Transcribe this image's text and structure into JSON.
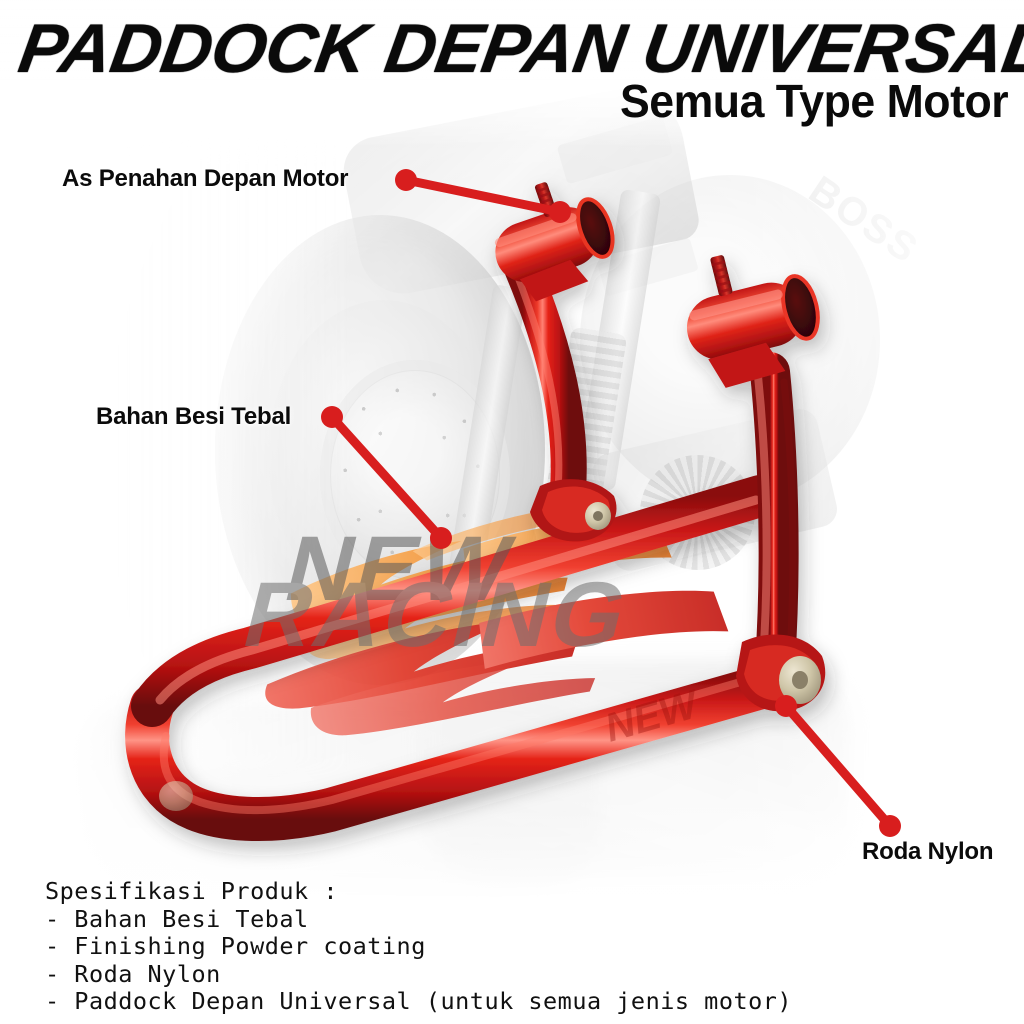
{
  "header": {
    "title": "PADDOCK DEPAN UNIVERSAL",
    "subtitle": "Semua Type Motor"
  },
  "callouts": [
    {
      "id": "as-penahan",
      "label": "As Penahan Depan Motor"
    },
    {
      "id": "bahan-besi",
      "label": "Bahan Besi Tebal"
    },
    {
      "id": "roda-nylon",
      "label": "Roda Nylon"
    }
  ],
  "watermark": {
    "line1": "NEW",
    "line2": "RACING",
    "tube_mark": "NEW"
  },
  "spec": {
    "heading": "Spesifikasi Produk :",
    "items": [
      "- Bahan Besi Tebal",
      "- Finishing Powder coating",
      "- Roda Nylon",
      "- Paddock Depan Universal (untuk semua jenis motor)"
    ]
  },
  "background": {
    "decal_text": "BOSS"
  },
  "colors": {
    "stand_red": "#D51A1A",
    "stand_red_dark": "#8E0F10",
    "stand_red_light": "#F04A3C",
    "callout_red": "#D81E1E",
    "flame_orange": "#F5903A",
    "flame_red": "#E03025",
    "watermark_grey": "#6B6B6B",
    "watermark_dark": "#4A4A4A",
    "nylon_wheel": "#C9C0A8",
    "text_black": "#0A0A0A",
    "page_white": "#FFFFFF"
  }
}
